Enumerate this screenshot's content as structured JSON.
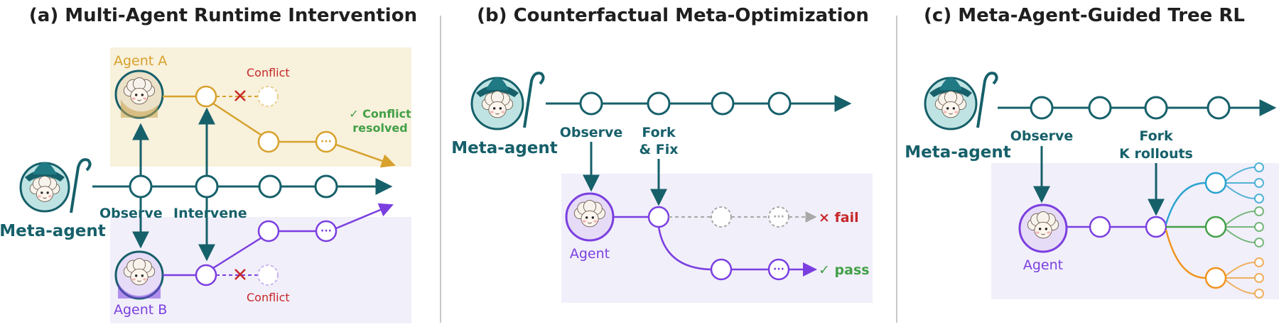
{
  "panel_a": {
    "title": "(a) Multi-Agent Runtime Intervention",
    "agent_a_label": "Agent A",
    "agent_b_label": "Agent B",
    "meta_label": "Meta-agent",
    "observe_label": "Observe",
    "intervene_label": "Intervene",
    "conflict_top": "Conflict",
    "conflict_bottom": "Conflict",
    "resolved_line1": "✓ Conflict",
    "resolved_line2": "resolved",
    "ellipsis": "···"
  },
  "panel_b": {
    "title": "(b) Counterfactual Meta-Optimization",
    "meta_label": "Meta-agent",
    "observe_label": "Observe",
    "fork_line1": "Fork",
    "fork_line2": "& Fix",
    "agent_label": "Agent",
    "fail_label": "× fail",
    "pass_label": "✓ pass",
    "ellipsis": "···"
  },
  "panel_c": {
    "title": "(c) Meta-Agent-Guided Tree RL",
    "meta_label": "Meta-agent",
    "observe_label": "Observe",
    "fork_line1": "Fork",
    "fork_line2": "K rollouts",
    "agent_label": "Agent"
  },
  "colors": {
    "teal": "#16606a",
    "gold": "#d7a12c",
    "purple": "#7b3fe0",
    "red": "#c62828",
    "green": "#43a047",
    "blue": "#2aa3cf",
    "orange": "#f0941e",
    "gray": "#a8a8a8",
    "panel_gold_bg": "#f8f1dc",
    "panel_purple_bg": "#f1effa"
  }
}
